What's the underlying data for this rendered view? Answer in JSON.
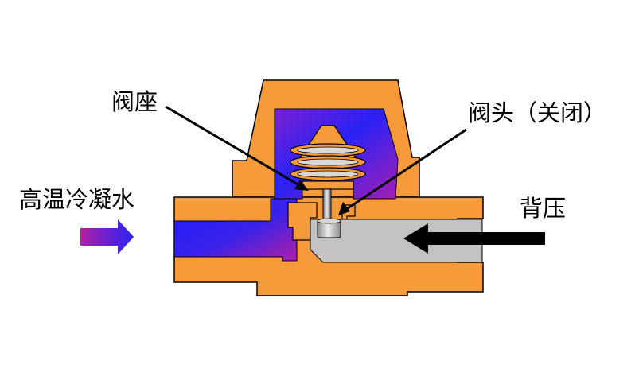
{
  "labels": {
    "valve_seat": "阀座",
    "valve_head": "阀头（关闭）",
    "condensate": "高温冷凝水",
    "back_pressure": "背压"
  },
  "colors": {
    "body": "#F79A3A",
    "outline": "#000000",
    "steam_start": "#1F1FFF",
    "steam_end": "#B01FA8",
    "back_pressure_fill": "#C3C3C3",
    "valve_plug": "#B0B0B0"
  },
  "icons": [
    "flow-arrow-icon",
    "pressure-arrow-icon"
  ]
}
